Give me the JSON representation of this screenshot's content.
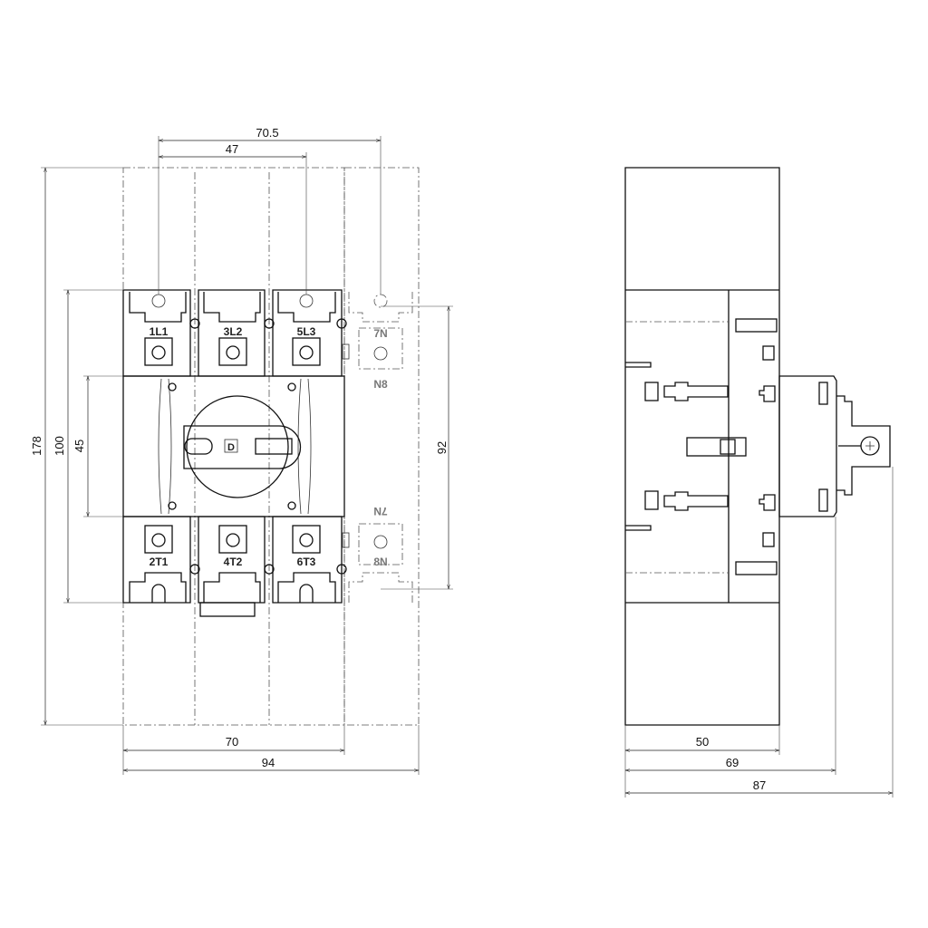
{
  "drawing": {
    "front_view": {
      "dimensions": {
        "pole_pitch_4p": "70.5",
        "pole_pitch_3p": "47",
        "total_height": "178",
        "terminal_height": "100",
        "handle_panel_height": "45",
        "neutral_spacing": "92",
        "width_3p": "70",
        "width_4p": "94"
      },
      "terminals_top": [
        "1L1",
        "3L2",
        "5L3",
        "7N"
      ],
      "terminals_bottom": [
        "2T1",
        "4T2",
        "6T3",
        "8N"
      ],
      "neutral_inverted_labels": [
        "N8",
        "7N"
      ],
      "handle_mark": "D"
    },
    "side_view": {
      "dimensions": {
        "depth_body": "50",
        "depth_panel": "69",
        "depth_total": "87"
      }
    }
  }
}
